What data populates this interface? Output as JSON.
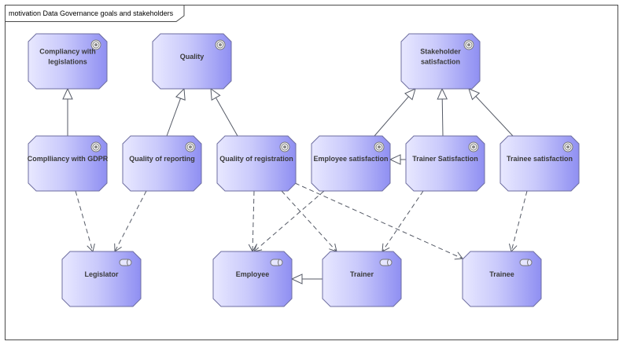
{
  "frame": {
    "title": "motivation Data Governance goals and stakeholders"
  },
  "colors": {
    "fill_light": "#e8e8ff",
    "fill_dark": "#8f8ff2",
    "stroke": "#6e6ea0",
    "edge": "#555a66"
  },
  "nodes": [
    {
      "id": "compliancy-legislations",
      "kind": "goal",
      "lines": [
        "Compliancy with",
        "legislations"
      ]
    },
    {
      "id": "quality",
      "kind": "goal",
      "lines": [
        "Quality"
      ]
    },
    {
      "id": "stakeholder-satisfaction",
      "kind": "goal",
      "lines": [
        "Stakeholder",
        "satisfaction"
      ]
    },
    {
      "id": "compliancy-gdpr",
      "kind": "goal",
      "lines": [
        "Complliancy with GDPR"
      ]
    },
    {
      "id": "quality-reporting",
      "kind": "goal",
      "lines": [
        "Quality of reporting"
      ]
    },
    {
      "id": "quality-registration",
      "kind": "goal",
      "lines": [
        "Quality of registration"
      ]
    },
    {
      "id": "employee-satisfaction",
      "kind": "goal",
      "lines": [
        "Employee satisfaction"
      ]
    },
    {
      "id": "trainer-satisfaction",
      "kind": "goal",
      "lines": [
        "Trainer Satisfaction"
      ]
    },
    {
      "id": "trainee-satisfaction",
      "kind": "goal",
      "lines": [
        "Trainee satisfaction"
      ]
    },
    {
      "id": "legislator",
      "kind": "stakeholder",
      "lines": [
        "Legislator"
      ]
    },
    {
      "id": "employee",
      "kind": "stakeholder",
      "lines": [
        "Employee"
      ]
    },
    {
      "id": "trainer",
      "kind": "stakeholder",
      "lines": [
        "Trainer"
      ]
    },
    {
      "id": "trainee",
      "kind": "stakeholder",
      "lines": [
        "Trainee"
      ]
    }
  ],
  "edges": [
    {
      "from": "compliancy-gdpr",
      "to": "compliancy-legislations",
      "type": "realization"
    },
    {
      "from": "quality-reporting",
      "to": "quality",
      "type": "realization"
    },
    {
      "from": "quality-registration",
      "to": "quality",
      "type": "realization"
    },
    {
      "from": "employee-satisfaction",
      "to": "stakeholder-satisfaction",
      "type": "realization"
    },
    {
      "from": "trainer-satisfaction",
      "to": "stakeholder-satisfaction",
      "type": "realization"
    },
    {
      "from": "trainee-satisfaction",
      "to": "stakeholder-satisfaction",
      "type": "realization"
    },
    {
      "from": "trainer-satisfaction",
      "to": "employee-satisfaction",
      "type": "realization"
    },
    {
      "from": "trainer",
      "to": "employee",
      "type": "realization"
    },
    {
      "from": "compliancy-gdpr",
      "to": "legislator",
      "type": "influence"
    },
    {
      "from": "quality-reporting",
      "to": "legislator",
      "type": "influence"
    },
    {
      "from": "quality-registration",
      "to": "employee",
      "type": "influence"
    },
    {
      "from": "quality-registration",
      "to": "trainer",
      "type": "influence"
    },
    {
      "from": "quality-registration",
      "to": "trainee",
      "type": "influence"
    },
    {
      "from": "employee-satisfaction",
      "to": "employee",
      "type": "influence"
    },
    {
      "from": "trainer-satisfaction",
      "to": "trainer",
      "type": "influence"
    },
    {
      "from": "trainee-satisfaction",
      "to": "trainee",
      "type": "influence"
    }
  ]
}
